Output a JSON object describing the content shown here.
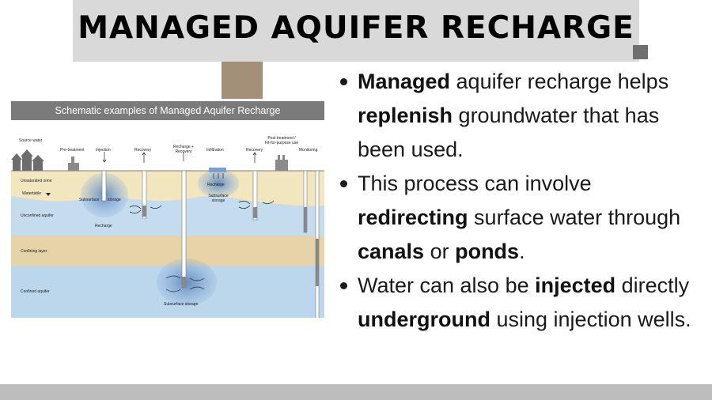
{
  "title": "MANAGED AQUIFER RECHARGE",
  "diagram": {
    "header": "Schematic examples of Managed Aquifer Recharge",
    "labels": {
      "source_water": "Source water",
      "pre_treatment": "Pre-treatment",
      "injection": "Injection",
      "recovery_1": "Recovery",
      "recharge_recovery_1": "Recharge +",
      "recharge_recovery_2": "Recovery",
      "infiltration": "Infiltration",
      "recovery_2": "Recovery",
      "post_treatment_1": "Post treatment /",
      "post_treatment_2": "Fit-for-purpose use",
      "monitoring": "Monitoring",
      "unsaturated_zone": "Unsaturated zone",
      "watertable": "Watertable",
      "unconfined_aquifer": "Unconfined aquifer",
      "confining_layer": "Confining layer",
      "confined_aquifer": "Confined aquifer",
      "subsurface_storage_1": "Subsurface",
      "storage_1": "storage",
      "recharge_1": "Recharge",
      "recharge_2": "Recharge",
      "subsurface_storage_2a": "Subsurface",
      "subsurface_storage_2b": "storage",
      "subsurface_storage_3": "Subsurface storage"
    }
  },
  "bullets": [
    {
      "parts": [
        {
          "text": "Managed",
          "bold": true
        },
        {
          "text": " aquifer recharge helps ",
          "bold": false
        },
        {
          "text": "replenish",
          "bold": true
        },
        {
          "text": " groundwater that has been used.",
          "bold": false
        }
      ]
    },
    {
      "parts": [
        {
          "text": "This process can involve ",
          "bold": false
        },
        {
          "text": "redirecting",
          "bold": true
        },
        {
          "text": " surface water through ",
          "bold": false
        },
        {
          "text": "canals",
          "bold": true
        },
        {
          "text": " or ",
          "bold": false
        },
        {
          "text": "ponds",
          "bold": true
        },
        {
          "text": ".",
          "bold": false
        }
      ]
    },
    {
      "parts": [
        {
          "text": "Water can also be ",
          "bold": false
        },
        {
          "text": "injected",
          "bold": true
        },
        {
          "text": " directly ",
          "bold": false
        },
        {
          "text": "underground",
          "bold": true
        },
        {
          "text": " using injection wells.",
          "bold": false
        }
      ]
    }
  ],
  "colors": {
    "title_bg": "#d9d9d9",
    "header_bg": "#7b7b7b",
    "unsaturated": "#f2e6bf",
    "unconfined": "#c5dcef",
    "confining": "#e6d3a8",
    "confined": "#bcd6ec",
    "bottom_bar": "#bdbdbd"
  }
}
